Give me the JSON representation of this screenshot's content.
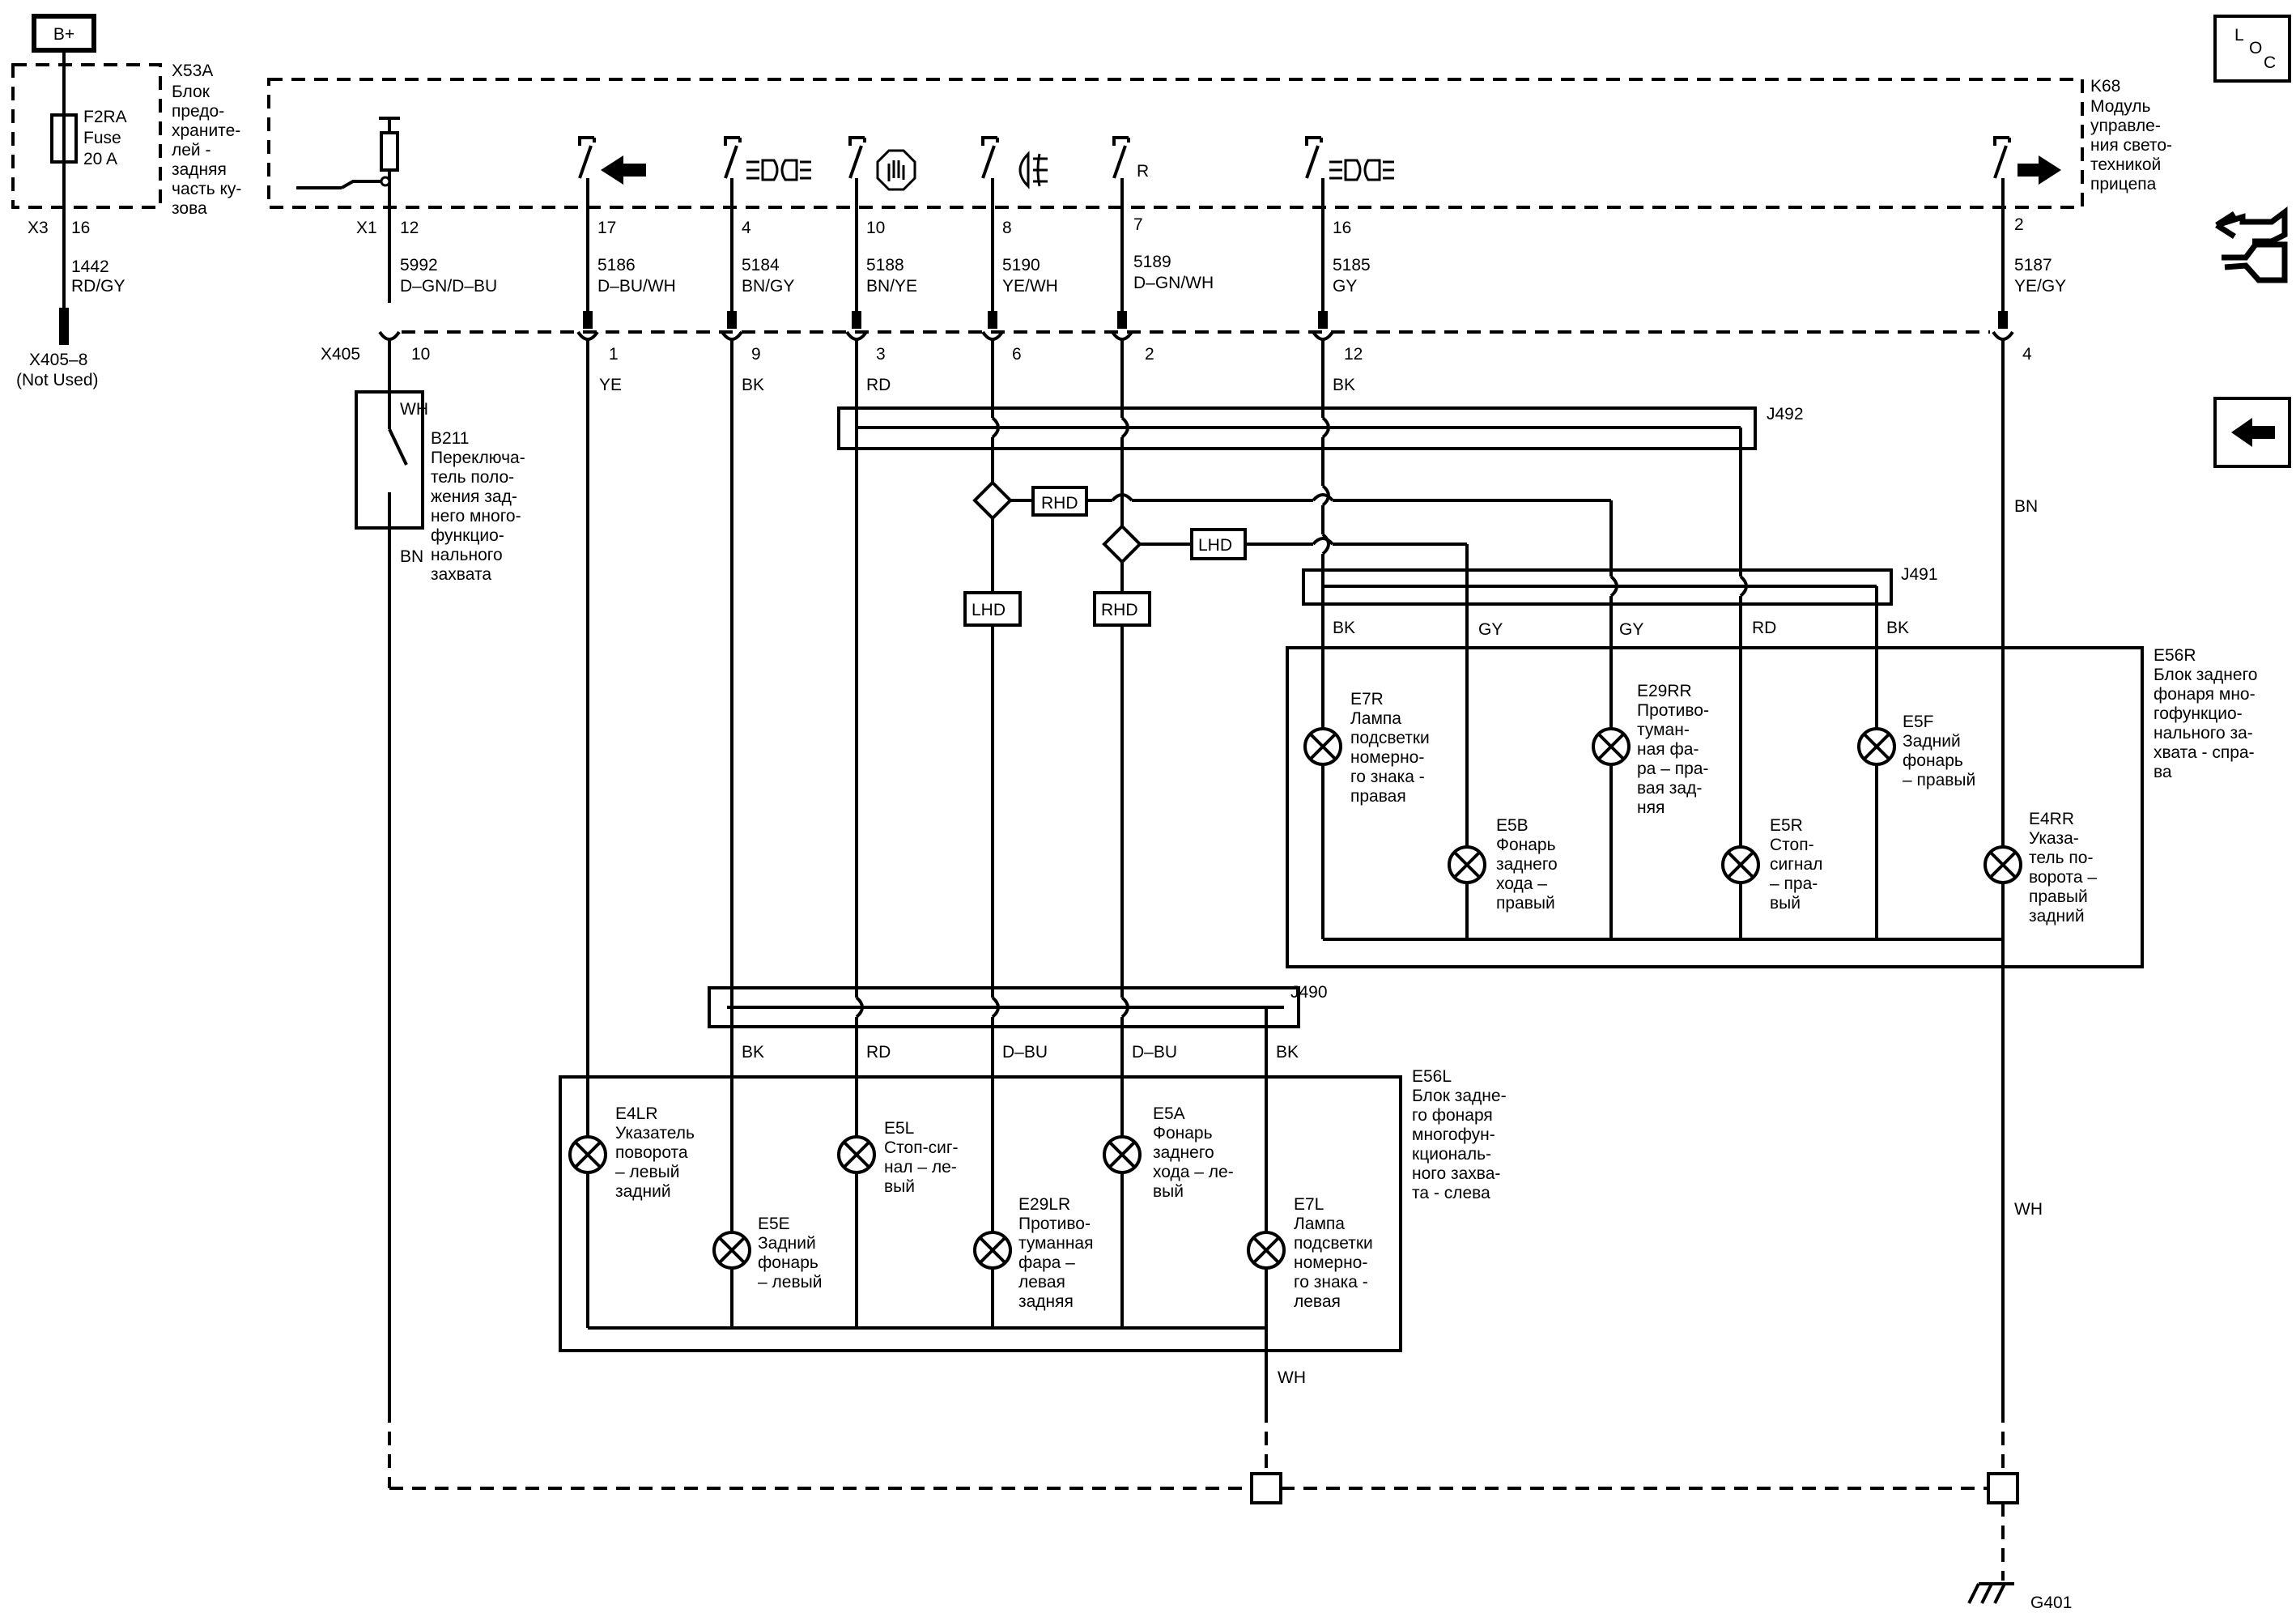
{
  "supply": {
    "battery_label": "B+",
    "fuse_block_ref": "X53A",
    "fuse_block_desc": [
      "Блок",
      "предо-",
      "храните-",
      "лей -",
      "задняя",
      "часть ку-",
      "зова"
    ],
    "fuse_name": "F2RA",
    "fuse_word": "Fuse",
    "fuse_rating": "20 A",
    "conn_ref": "X3",
    "conn_pin": "16",
    "wire_id": "1442",
    "wire_color": "RD/GY",
    "terminal_ref": "X405–8",
    "terminal_note": "(Not Used)"
  },
  "module": {
    "ref": "K68",
    "desc": [
      "Модуль",
      "управле-",
      "ния свето-",
      "техникой",
      "прицепа"
    ],
    "conn_ref": "X1",
    "inline_conn_ref": "X405",
    "outputs": [
      {
        "pin": "12",
        "wire_id": "5992",
        "wire_color": "D–GN/D–BU",
        "inline_pin": "10",
        "below_color": "WH",
        "symbol": "input-switch-icon"
      },
      {
        "pin": "17",
        "wire_id": "5186",
        "wire_color": "D–BU/WH",
        "inline_pin": "1",
        "below_color": "YE",
        "symbol": "turn-left-arrow-icon"
      },
      {
        "pin": "4",
        "wire_id": "5184",
        "wire_color": "BN/GY",
        "inline_pin": "9",
        "below_color": "BK",
        "symbol": "tail-lamp-icon"
      },
      {
        "pin": "10",
        "wire_id": "5188",
        "wire_color": "BN/YE",
        "inline_pin": "3",
        "below_color": "RD",
        "symbol": "brake-hand-icon"
      },
      {
        "pin": "8",
        "wire_id": "5190",
        "wire_color": "YE/WH",
        "inline_pin": "6",
        "below_color": "",
        "symbol": "fog-lamp-icon"
      },
      {
        "pin": "7",
        "wire_id": "5189",
        "wire_color": "D–GN/WH",
        "inline_pin": "2",
        "below_color": "",
        "symbol": "reverse-r-icon",
        "symbol_text": "R"
      },
      {
        "pin": "16",
        "wire_id": "5185",
        "wire_color": "GY",
        "inline_pin": "12",
        "below_color": "BK",
        "symbol": "tail-lamp-icon"
      },
      {
        "pin": "2",
        "wire_id": "5187",
        "wire_color": "YE/GY",
        "inline_pin": "4",
        "below_color": "BN",
        "symbol": "turn-right-arrow-icon"
      }
    ]
  },
  "switch_b211": {
    "ref": "B211",
    "desc": [
      "Переключа-",
      "тель поло-",
      "жения зад-",
      "него много-",
      "функцио-",
      "нального",
      "захвата"
    ],
    "out_color": "BN"
  },
  "splices": {
    "j492": "J492",
    "j491": "J491",
    "j490": "J490"
  },
  "options": {
    "rhd_upper": "RHD",
    "lhd_upper": "LHD",
    "lhd_lower": "LHD",
    "rhd_lower": "RHD"
  },
  "right_block": {
    "ref": "E56R",
    "desc": [
      "Блок заднего",
      "фонаря мно-",
      "гофункцио-",
      "нального за-",
      "хвата - спра-",
      "ва"
    ],
    "wire_colors": [
      "BK",
      "GY",
      "GY",
      "RD",
      "BK"
    ],
    "lamps": [
      {
        "ref": "E7R",
        "desc": [
          "Лампа",
          "подсветки",
          "номерно-",
          "го знака -",
          "правая"
        ]
      },
      {
        "ref": "E5B",
        "desc": [
          "Фонарь",
          "заднего",
          "хода –",
          "правый"
        ]
      },
      {
        "ref": "E29RR",
        "desc": [
          "Противо-",
          "туман-",
          "ная фа-",
          "ра – пра-",
          "вая зад-",
          "няя"
        ]
      },
      {
        "ref": "E5R",
        "desc": [
          "Стоп-",
          "сигнал",
          "– пра-",
          "вый"
        ]
      },
      {
        "ref": "E5F",
        "desc": [
          "Задний",
          "фонарь",
          "– правый"
        ]
      },
      {
        "ref": "E4RR",
        "desc": [
          "Указа-",
          "тель по-",
          "ворота –",
          "правый",
          "задний"
        ]
      }
    ]
  },
  "left_block": {
    "ref": "E56L",
    "desc": [
      "Блок задне-",
      "го фонаря",
      "многофун-",
      "кциональ-",
      "ного захва-",
      "та - слева"
    ],
    "wire_colors": [
      "BK",
      "RD",
      "D–BU",
      "D–BU",
      "BK"
    ],
    "lamps": [
      {
        "ref": "E4LR",
        "desc": [
          "Указатель",
          "поворота",
          "– левый",
          "задний"
        ]
      },
      {
        "ref": "E5E",
        "desc": [
          "Задний",
          "фонарь",
          "– левый"
        ]
      },
      {
        "ref": "E5L",
        "desc": [
          "Стоп-сиг-",
          "нал – ле-",
          "вый"
        ]
      },
      {
        "ref": "E29LR",
        "desc": [
          "Противо-",
          "туманная",
          "фара –",
          "левая",
          "задняя"
        ]
      },
      {
        "ref": "E5A",
        "desc": [
          "Фонарь",
          "заднего",
          "хода – ле-",
          "вый"
        ]
      },
      {
        "ref": "E7L",
        "desc": [
          "Лампа",
          "подсветки",
          "номерно-",
          "го знака -",
          "левая"
        ]
      }
    ]
  },
  "ground": {
    "wire_color_left": "WH",
    "wire_color_right": "WH",
    "ref": "G401"
  },
  "nav": {
    "loc_l": "L",
    "loc_o": "O",
    "loc_c": "C"
  }
}
